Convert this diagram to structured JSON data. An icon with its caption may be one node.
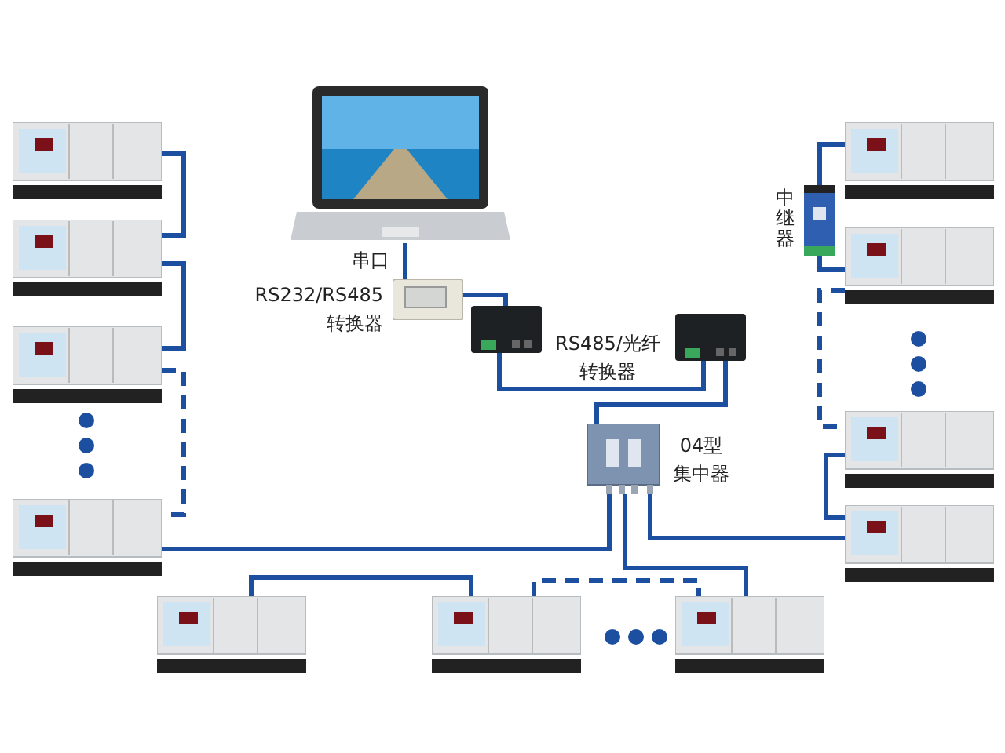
{
  "diagram": {
    "nodes": [
      {
        "text": [],
        "shape": "picture"
      },
      {
        "text": [],
        "shape": "picture",
        "beside": [
          "RS232/RS485转换器"
        ]
      },
      {
        "text": [],
        "shape": "picture"
      },
      {
        "text": [],
        "shape": "picture"
      },
      {
        "text": [],
        "shape": "picture",
        "beside": [
          "04型集中器"
        ]
      },
      {
        "text": [],
        "shape": "picture"
      },
      {
        "text": [],
        "shape": "picture"
      },
      {
        "text": [],
        "shape": "picture"
      },
      {
        "text": [],
        "shape": "picture"
      },
      {
        "text": [],
        "shape": "picture",
        "beside": [
          "中继器"
        ]
      },
      {
        "text": [],
        "shape": "picture"
      },
      {
        "text": [],
        "shape": "picture"
      },
      {
        "text": [],
        "shape": "picture"
      },
      {
        "text": [],
        "shape": "picture"
      },
      {
        "text": [],
        "shape": "picture"
      },
      {
        "text": [],
        "shape": "picture"
      },
      {
        "text": [],
        "shape": "picture"
      }
    ],
    "edges": [
      {
        "from": 0,
        "to": 1,
        "arrow": "none",
        "label": "串口"
      },
      {
        "from": 1,
        "to": 2,
        "arrow": "none"
      },
      {
        "from": 2,
        "to": 3,
        "arrow": "none"
      },
      {
        "from": 3,
        "to": 4,
        "arrow": "none"
      },
      {
        "from": 4,
        "to": 8,
        "arrow": "none"
      },
      {
        "from": 5,
        "to": 6,
        "arrow": "none"
      },
      {
        "from": 6,
        "to": 7,
        "arrow": "none"
      },
      {
        "from": 7,
        "to": 8,
        "arrow": "none",
        "style": "dashed"
      },
      {
        "from": 4,
        "to": 16,
        "arrow": "none"
      },
      {
        "from": 14,
        "to": 15,
        "arrow": "none"
      },
      {
        "from": 15,
        "to": 16,
        "arrow": "none",
        "style": "dashed"
      },
      {
        "from": 4,
        "to": 13,
        "arrow": "none"
      },
      {
        "from": 13,
        "to": 12,
        "arrow": "none"
      },
      {
        "from": 11,
        "to": 12,
        "arrow": "none",
        "style": "dashed"
      },
      {
        "from": 9,
        "to": 11,
        "arrow": "none"
      },
      {
        "from": 10,
        "to": 9,
        "arrow": "none"
      }
    ],
    "labels": [
      "RS485/光纤转换器"
    ]
  }
}
